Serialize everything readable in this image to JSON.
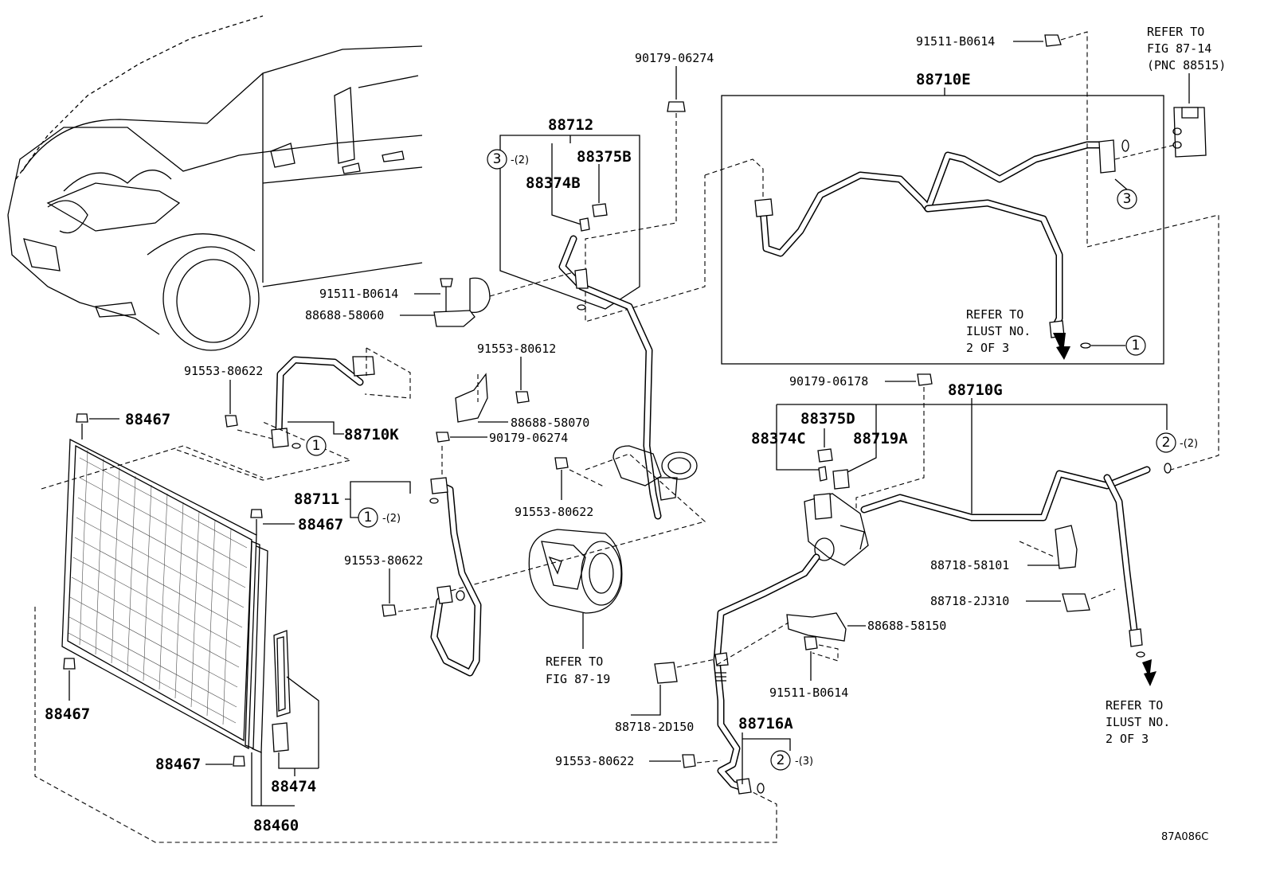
{
  "drawing_code": "87A086C",
  "parts": {
    "p_90179_06274_top": "90179-06274",
    "p_88712": "88712",
    "p_88375B": "88375B",
    "p_88374B": "88374B",
    "p_91511_B0614_left": "91511-B0614",
    "p_88688_58060": "88688-58060",
    "p_91553_80622_a": "91553-80622",
    "p_88710K": "88710K",
    "p_91553_80612": "91553-80612",
    "p_88688_58070": "88688-58070",
    "p_90179_06274_mid": "90179-06274",
    "p_88467_a": "88467",
    "p_88467_b": "88467",
    "p_88467_c": "88467",
    "p_88467_d": "88467",
    "p_88711": "88711",
    "p_91553_80622_b": "91553-80622",
    "p_91553_80622_c": "91553-80622",
    "p_88474": "88474",
    "p_88460": "88460",
    "p_91511_B0614_top": "91511-B0614",
    "p_88710E": "88710E",
    "p_90179_06178": "90179-06178",
    "p_88710G": "88710G",
    "p_88375D": "88375D",
    "p_88374C": "88374C",
    "p_88719A": "88719A",
    "p_88718_58101": "88718-58101",
    "p_88718_2J310": "88718-2J310",
    "p_88688_58150": "88688-58150",
    "p_91511_B0614_bottom": "91511-B0614",
    "p_88718_2D150": "88718-2D150",
    "p_88716A": "88716A",
    "p_91553_80622_d": "91553-80622"
  },
  "circle_refs": {
    "c3_top": "3",
    "c3_top_qty": "-(2)",
    "c1_k": "1",
    "c1_711": "1",
    "c1_711_qty": "-(2)",
    "c3_right": "3",
    "c1_right": "1",
    "c2_right": "2",
    "c2_right_qty": "-(2)",
    "c2_bottom": "2",
    "c2_bottom_qty": "-(3)"
  },
  "refer_notes": {
    "fig_87_14": [
      "REFER TO",
      "FIG 87-14",
      "(PNC 88515)"
    ],
    "ilust_upper": [
      "REFER TO",
      "ILUST NO.",
      "2 OF 3"
    ],
    "fig_87_19": [
      "REFER TO",
      "FIG 87-19"
    ],
    "ilust_lower": [
      "REFER TO",
      "ILUST NO.",
      "2 OF 3"
    ]
  }
}
